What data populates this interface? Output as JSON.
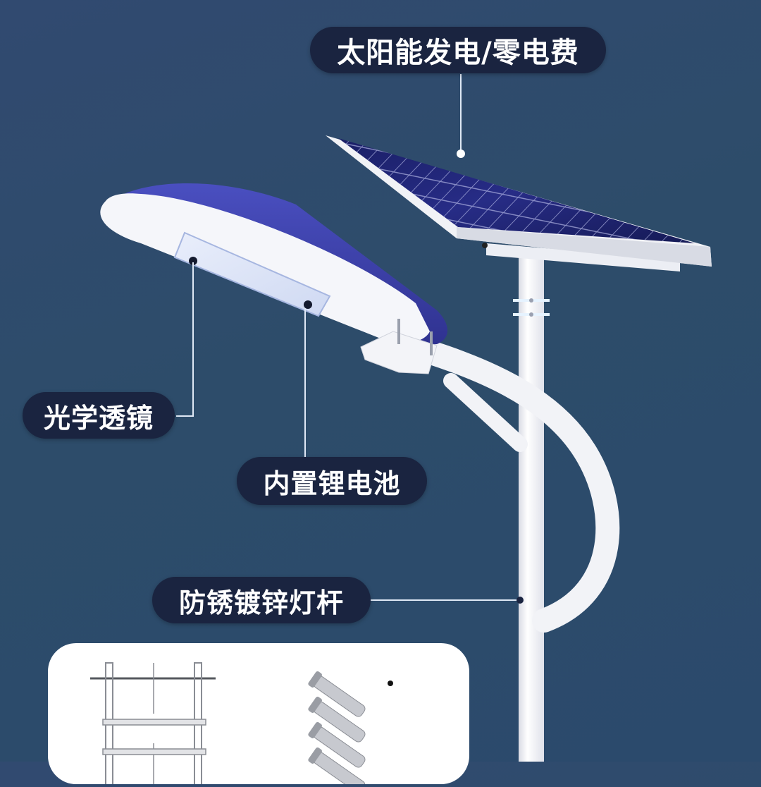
{
  "labels": {
    "solar_panel": "太阳能发电/零电费",
    "optical_lens": "光学透镜",
    "lithium_battery": "内置锂电池",
    "pole": "防锈镀锌灯杆"
  },
  "colors": {
    "background": "#2d4c6a",
    "label_bg": "#1a2440",
    "label_text": "#ffffff",
    "lamp_shell": "#3c3fa8",
    "lamp_body": "#f4f6fb",
    "solar_cell": "#1d2170",
    "pole": "#f1f2f6"
  }
}
